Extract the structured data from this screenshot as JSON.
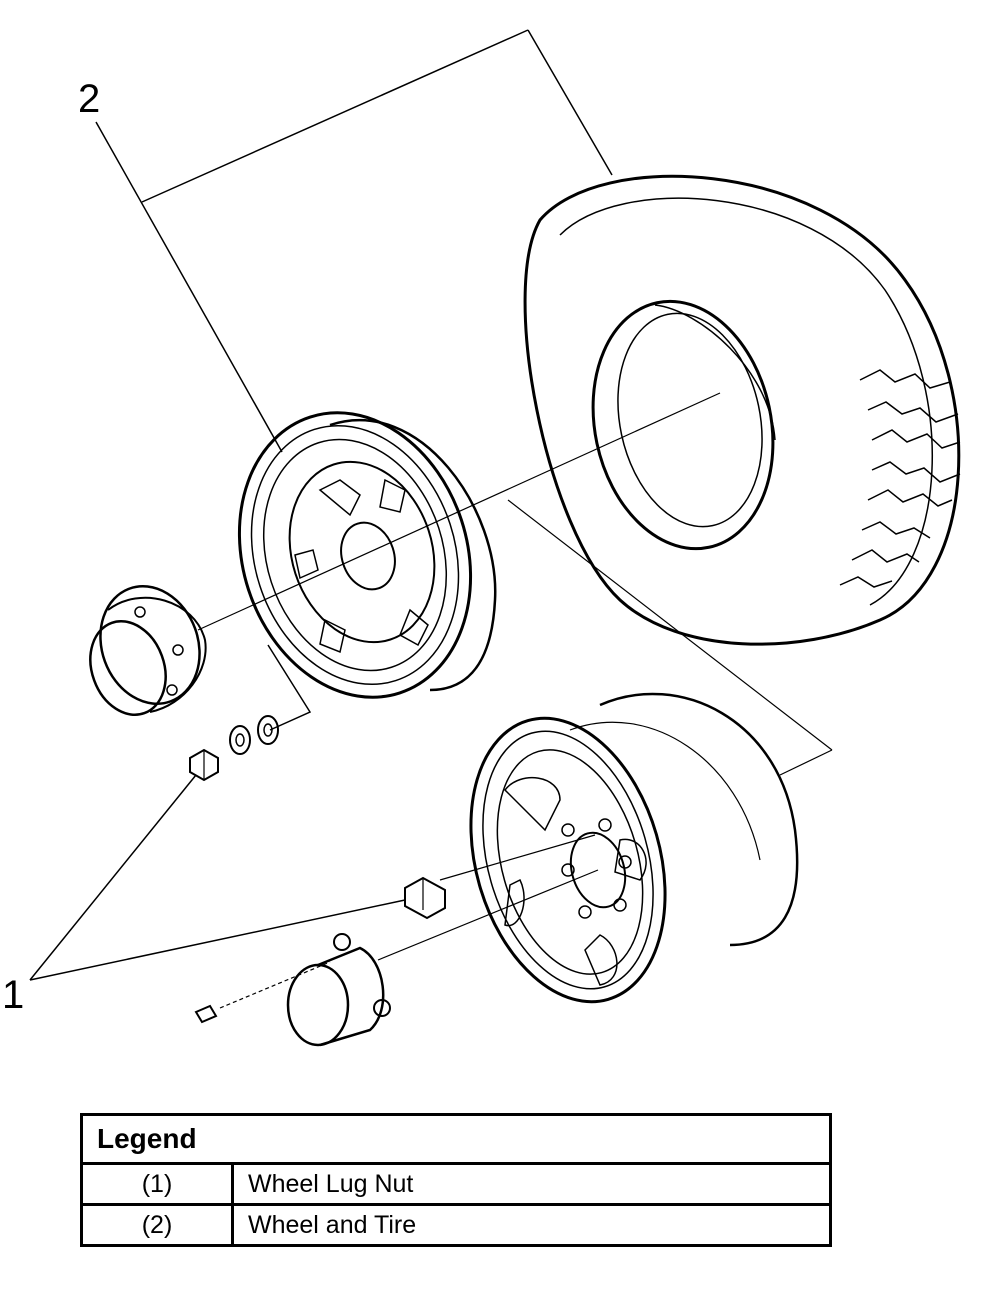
{
  "callouts": {
    "one": "1",
    "two": "2"
  },
  "legend": {
    "title": "Legend",
    "rows": [
      {
        "num": "(1)",
        "desc": "Wheel Lug Nut"
      },
      {
        "num": "(2)",
        "desc": "Wheel and Tire"
      }
    ]
  },
  "icons": {
    "tire": "tire-icon",
    "aluminum_wheel": "aluminum-wheel-icon",
    "steel_wheel": "steel-wheel-icon",
    "hub_cap": "hub-cap-icon",
    "center_cap": "center-cap-icon",
    "lug_nut": "lug-nut-icon",
    "washer": "washer-icon",
    "bolt": "bolt-icon"
  }
}
